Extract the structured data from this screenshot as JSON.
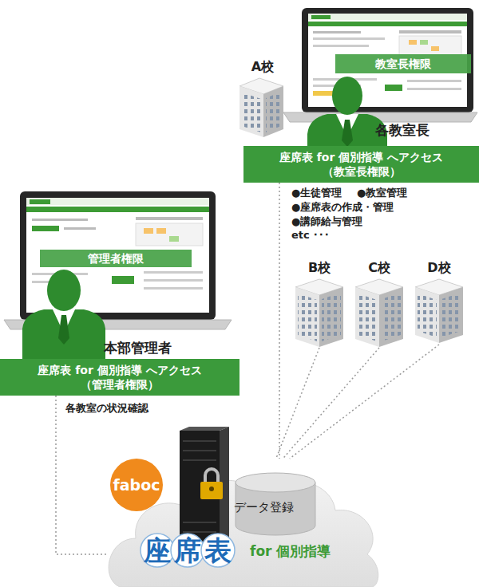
{
  "diagram": {
    "nodes": [
      {
        "text": [
          "A校"
        ]
      },
      {
        "text": [
          "教室長権限"
        ]
      },
      {
        "text": [
          "座席表 for 個別指導 へアクセス （教室長権限）"
        ]
      },
      {
        "text": [
          "B校"
        ]
      },
      {
        "text": [
          "C校"
        ]
      },
      {
        "text": [
          "D校"
        ]
      },
      {
        "text": [
          "管理者権限"
        ]
      },
      {
        "text": [
          "座席表 for 個別指導 へアクセス （管理者権限）"
        ]
      },
      {
        "text": [
          "座席表",
          "for 個別指導"
        ]
      },
      {
        "text": [
          "faboc"
        ],
        "in": 8
      },
      {
        "text": [
          "データ登録"
        ],
        "in": 8
      }
    ],
    "edges": [
      {
        "from": 2,
        "to": 8,
        "arrow": "none"
      },
      {
        "from": 3,
        "to": 8,
        "arrow": "none"
      },
      {
        "from": 4,
        "to": 8,
        "arrow": "none"
      },
      {
        "from": 5,
        "to": 8,
        "arrow": "none"
      },
      {
        "from": 7,
        "to": 8,
        "arrow": "none"
      }
    ],
    "labels": [
      "各教室長",
      "●生徒管理",
      "●教室管理",
      "●座席表の作成・管理",
      "●講師給与管理",
      "etc ･･･",
      "本部管理者",
      "各教室の状況確認"
    ]
  }
}
